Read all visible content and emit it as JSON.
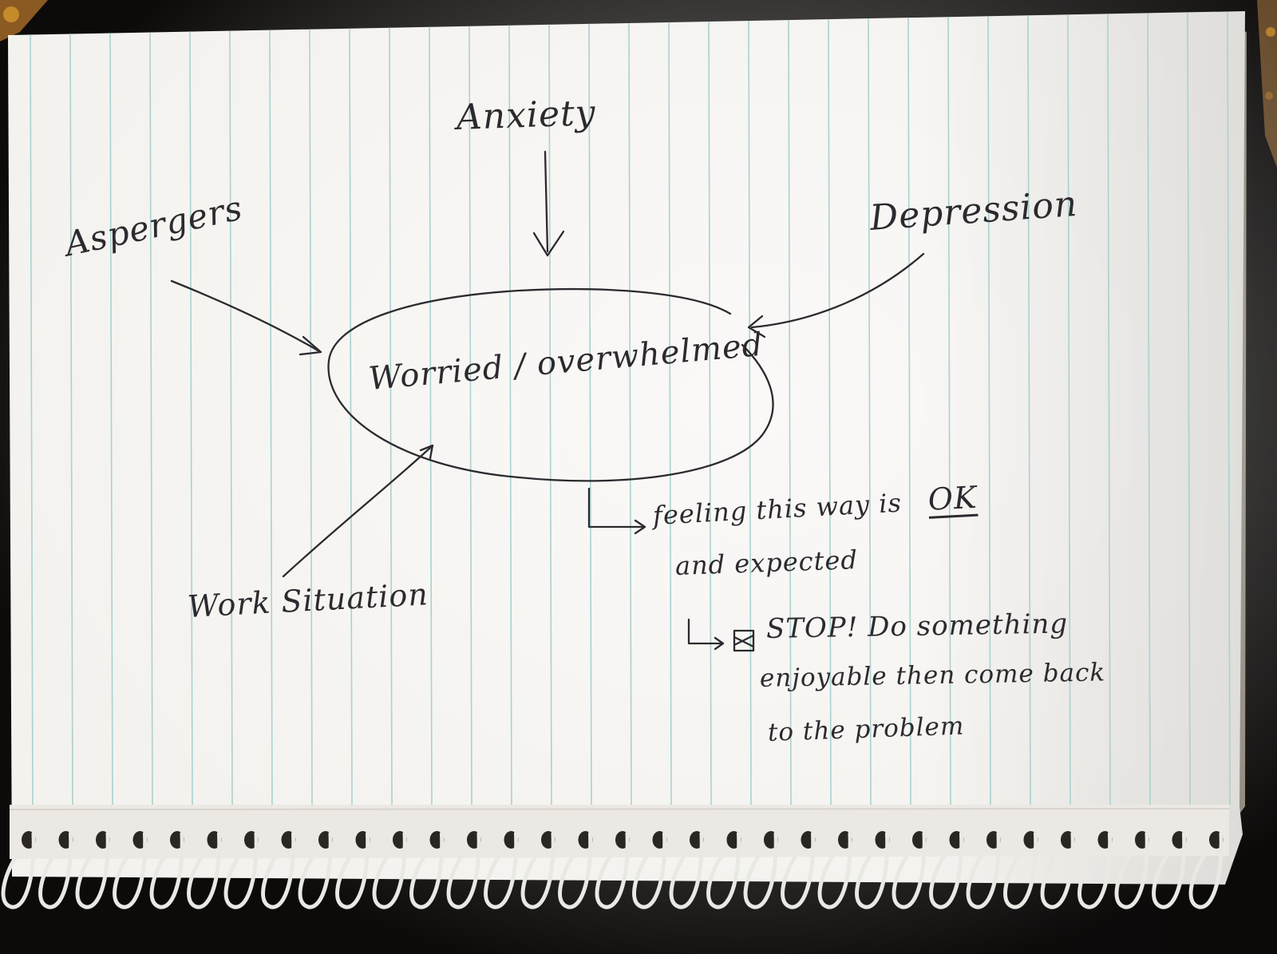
{
  "colors": {
    "background": "#0d0b0a",
    "paper": "#f4f2ee",
    "rule_line": "#a9d2cf",
    "ink": "#2c2a2e",
    "spiral_wire": "#e9e9e4",
    "carpet_accent": "#c58a2a"
  },
  "note": {
    "center": "Worried / overwhelmed",
    "top": "Anxiety",
    "left": "Aspergers",
    "right": "Depression",
    "bottom_left": "Work Situation",
    "line1_a": "feeling this way is",
    "line1_b": "OK",
    "line2": "and expected",
    "line3": "STOP! Do something",
    "line4": "enjoyable then come back",
    "line5": "to the problem"
  }
}
